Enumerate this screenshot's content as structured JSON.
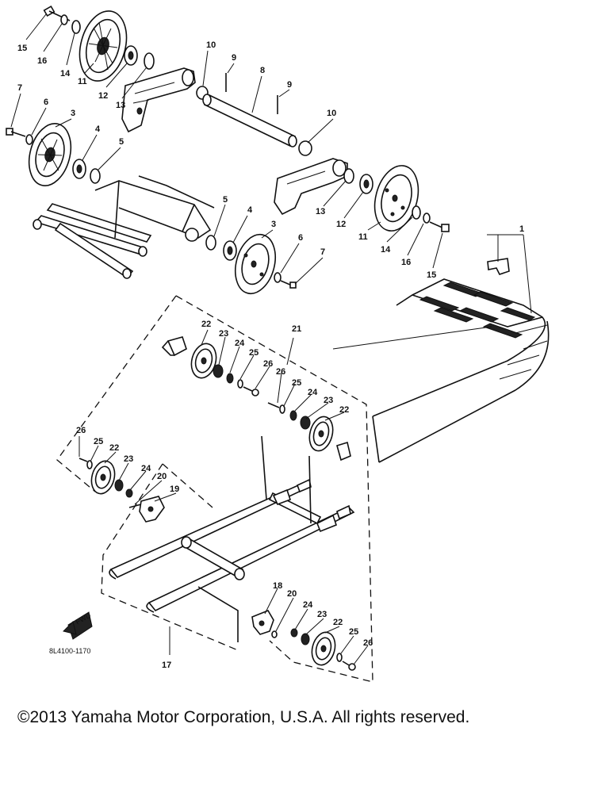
{
  "diagram": {
    "callouts": {
      "c15a": "15",
      "c16a": "16",
      "c14a": "14",
      "c11a": "11",
      "c12a": "12",
      "c13a": "13",
      "c10a": "10",
      "c9a": "9",
      "c8": "8",
      "c9b": "9",
      "c10b": "10",
      "c7a": "7",
      "c6a": "6",
      "c3a": "3",
      "c4a": "4",
      "c5a": "5",
      "c5b": "5",
      "c4b": "4",
      "c3b": "3",
      "c6b": "6",
      "c7b": "7",
      "c13b": "13",
      "c12b": "12",
      "c11b": "11",
      "c14b": "14",
      "c16b": "16",
      "c15b": "15",
      "c1": "1",
      "c22a": "22",
      "c23a": "23",
      "c24a": "24",
      "c25a": "25",
      "c26a": "26",
      "c21": "21",
      "c26b": "26",
      "c25b": "25",
      "c24b": "24",
      "c23b": "23",
      "c22b": "22",
      "c26c": "26",
      "c25c": "25",
      "c22c": "22",
      "c23c": "23",
      "c24c": "24",
      "c20a": "20",
      "c19": "19",
      "c18": "18",
      "c20b": "20",
      "c24d": "24",
      "c23d": "23",
      "c22d": "22",
      "c25d": "25",
      "c26d": "26",
      "c17": "17"
    },
    "drawing_code": "8L4100-1170",
    "fwd_label": "FWD"
  },
  "footer": {
    "copyright": "©2013 Yamaha Motor Corporation, U.S.A. All rights reserved."
  },
  "icons": [
    "front-direction-arrow-icon"
  ]
}
